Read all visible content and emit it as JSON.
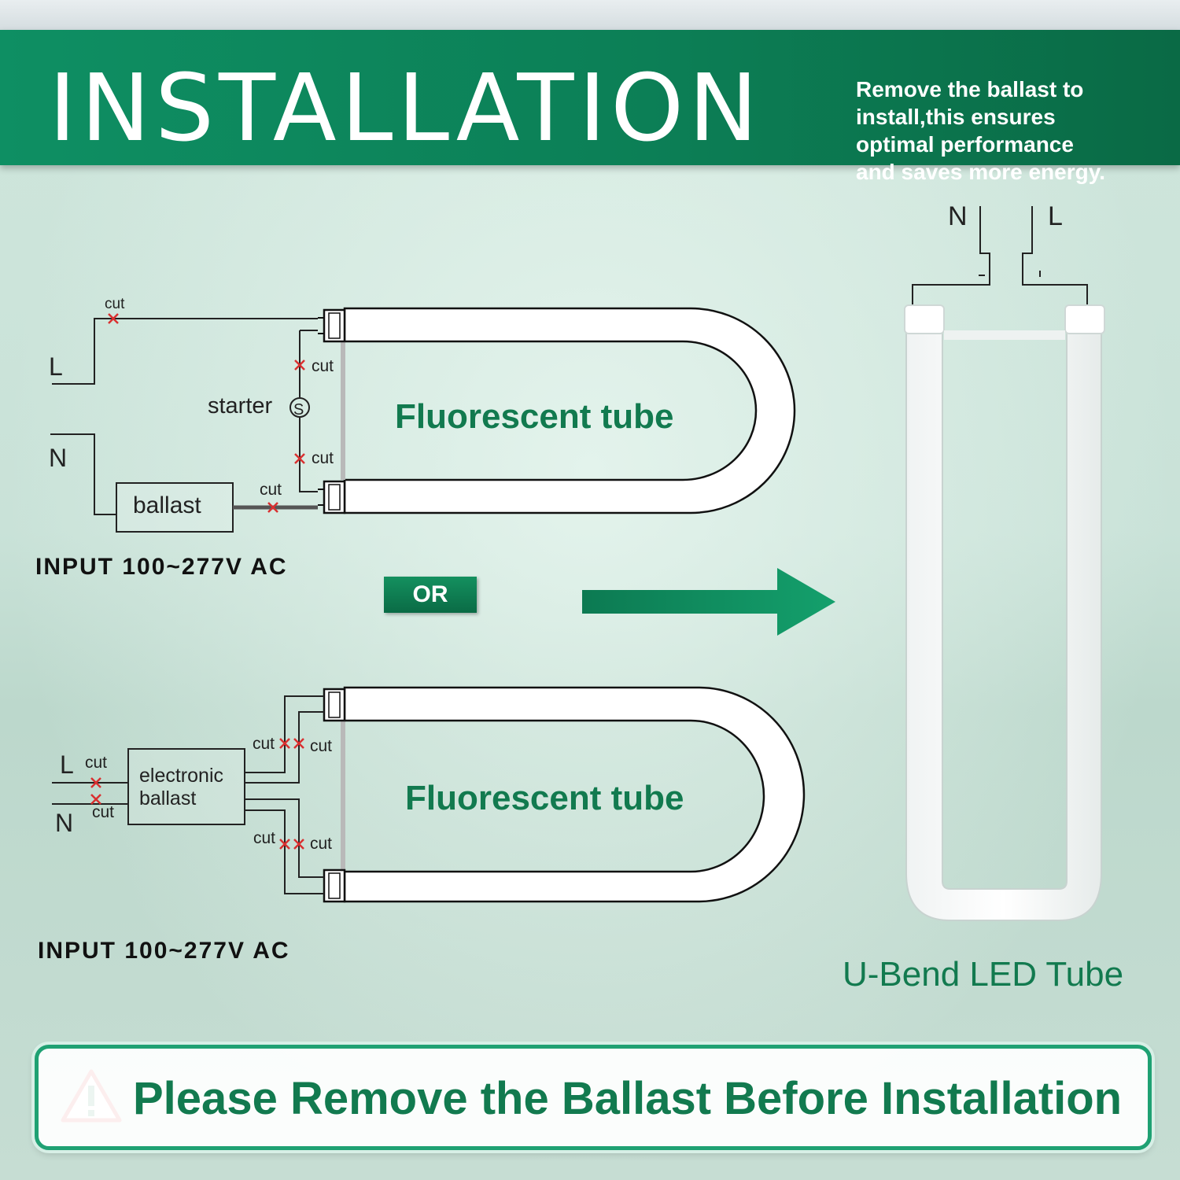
{
  "header": {
    "title": "INSTALLATION",
    "note_lines": [
      "Remove the ballast to",
      "install,this ensures",
      "optimal performance",
      "and saves more energy."
    ]
  },
  "diagram_top": {
    "tube_label": "Fluorescent tube",
    "L": "L",
    "N": "N",
    "starter": "starter",
    "ballast": "ballast",
    "cut": "cut",
    "input": "INPUT 100~277V AC"
  },
  "diagram_bottom": {
    "tube_label": "Fluorescent tube",
    "L": "L",
    "N": "N",
    "ballast_line1": "electronic",
    "ballast_line2": "ballast",
    "cut": "cut",
    "input": "INPUT 100~277V AC"
  },
  "or_label": "OR",
  "led": {
    "N": "N",
    "L": "L",
    "caption": "U-Bend LED Tube"
  },
  "warning": {
    "text": "Please Remove the Ballast Before Installation"
  },
  "colors": {
    "brand_green": "#127a4f",
    "cut_mark": "#d93030",
    "warning_red": "#d92b2b"
  }
}
